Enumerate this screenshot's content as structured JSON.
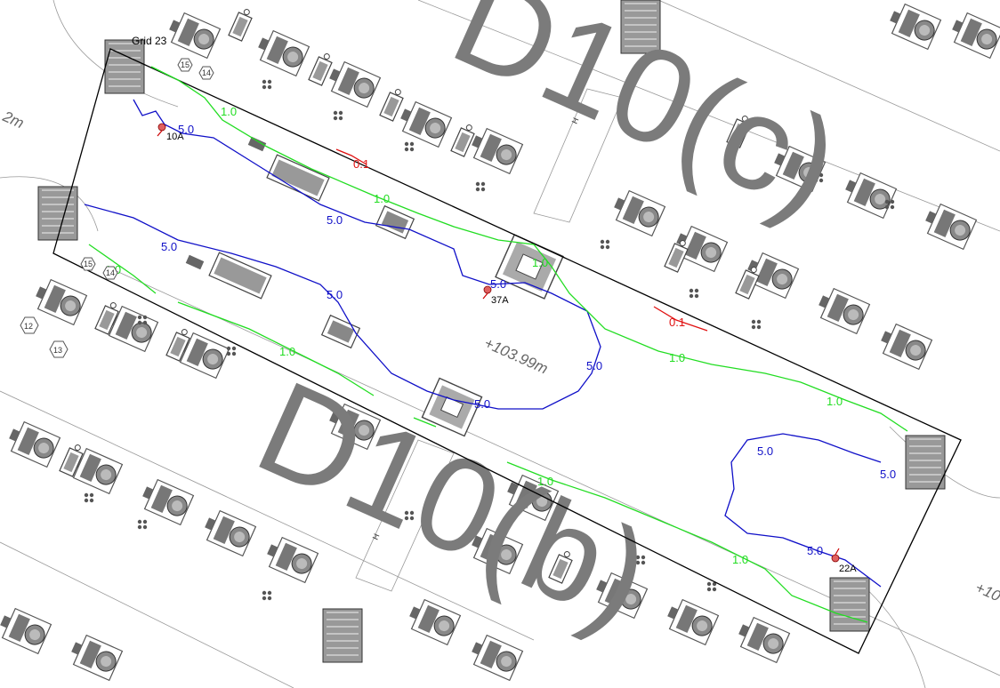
{
  "labels": {
    "grid": "Grid 23",
    "zone_upper": "D10(c)",
    "zone_lower": "D10(b)",
    "elevation": "+103.99m",
    "elevation_edge": "+10",
    "edge_left": "2m",
    "marker_h": "H"
  },
  "sensors": [
    {
      "id": "10A"
    },
    {
      "id": "37A"
    },
    {
      "id": "22A"
    }
  ],
  "hex_tags": [
    "15",
    "14",
    "15",
    "14",
    "12",
    "13"
  ],
  "contours": [
    {
      "level": "5.0",
      "color": "#1010c8"
    },
    {
      "level": "1.0",
      "color": "#22dd22"
    },
    {
      "level": "0.1",
      "color": "#e01010"
    }
  ],
  "contour_labels": {
    "blue": [
      "5.0",
      "5.0",
      "5.0",
      "5.0",
      "5.0",
      "5.0",
      "5.0",
      "5.0",
      "5.0",
      "5.0"
    ],
    "green": [
      "1.0",
      "1.0",
      "1.0",
      "1.0",
      "1.0",
      "1.0",
      "1.0",
      "1.0",
      "1.0"
    ],
    "red": [
      "0.1",
      "0.1"
    ]
  },
  "colors": {
    "zone_text": "#7b7b7b",
    "equipment": "#6e6e6e",
    "boundary": "#000000",
    "sensor": "#e06060"
  }
}
